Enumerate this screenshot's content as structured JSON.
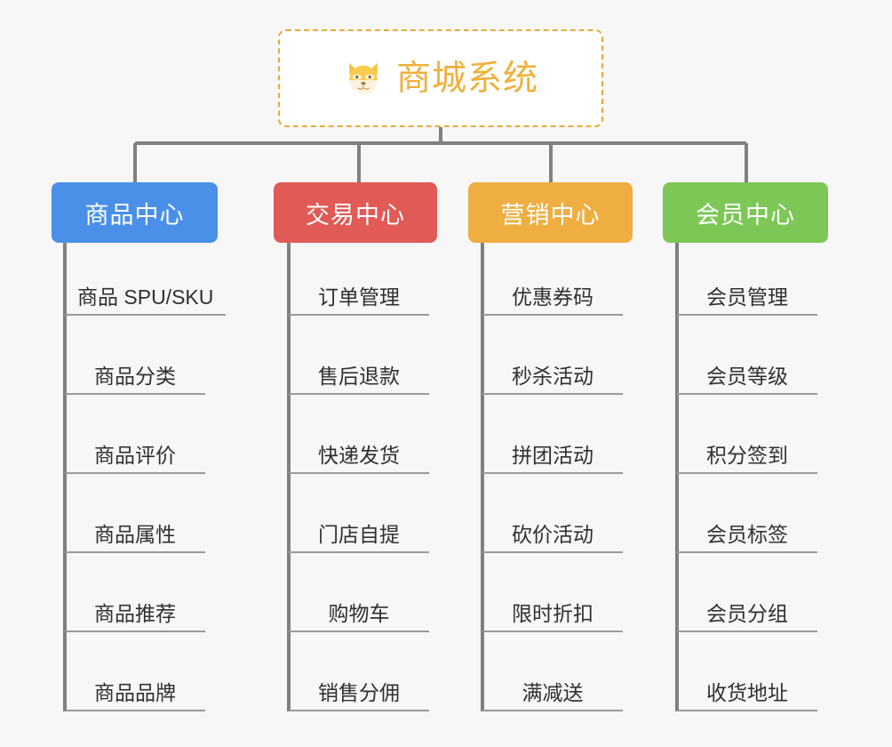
{
  "root": {
    "title": "商城系统",
    "icon": "dog-face-icon",
    "border_color": "#e8a83c",
    "text_color": "#efb03a"
  },
  "palette": {
    "background": "#f7f7f7",
    "connector": "#808080",
    "leaf_text": "#2e3033",
    "leaf_underline": "#9a9a9a"
  },
  "categories": [
    {
      "label": "商品中心",
      "color": "#4a90e8",
      "items": [
        "商品 SPU/SKU",
        "商品分类",
        "商品评价",
        "商品属性",
        "商品推荐",
        "商品品牌"
      ]
    },
    {
      "label": "交易中心",
      "color": "#e15a55",
      "items": [
        "订单管理",
        "售后退款",
        "快递发货",
        "门店自提",
        "购物车",
        "销售分佣"
      ]
    },
    {
      "label": "营销中心",
      "color": "#eeae41",
      "items": [
        "优惠券码",
        "秒杀活动",
        "拼团活动",
        "砍价活动",
        "限时折扣",
        "满减送"
      ]
    },
    {
      "label": "会员中心",
      "color": "#7cc756",
      "items": [
        "会员管理",
        "会员等级",
        "积分签到",
        "会员标签",
        "会员分组",
        "收货地址"
      ]
    }
  ]
}
